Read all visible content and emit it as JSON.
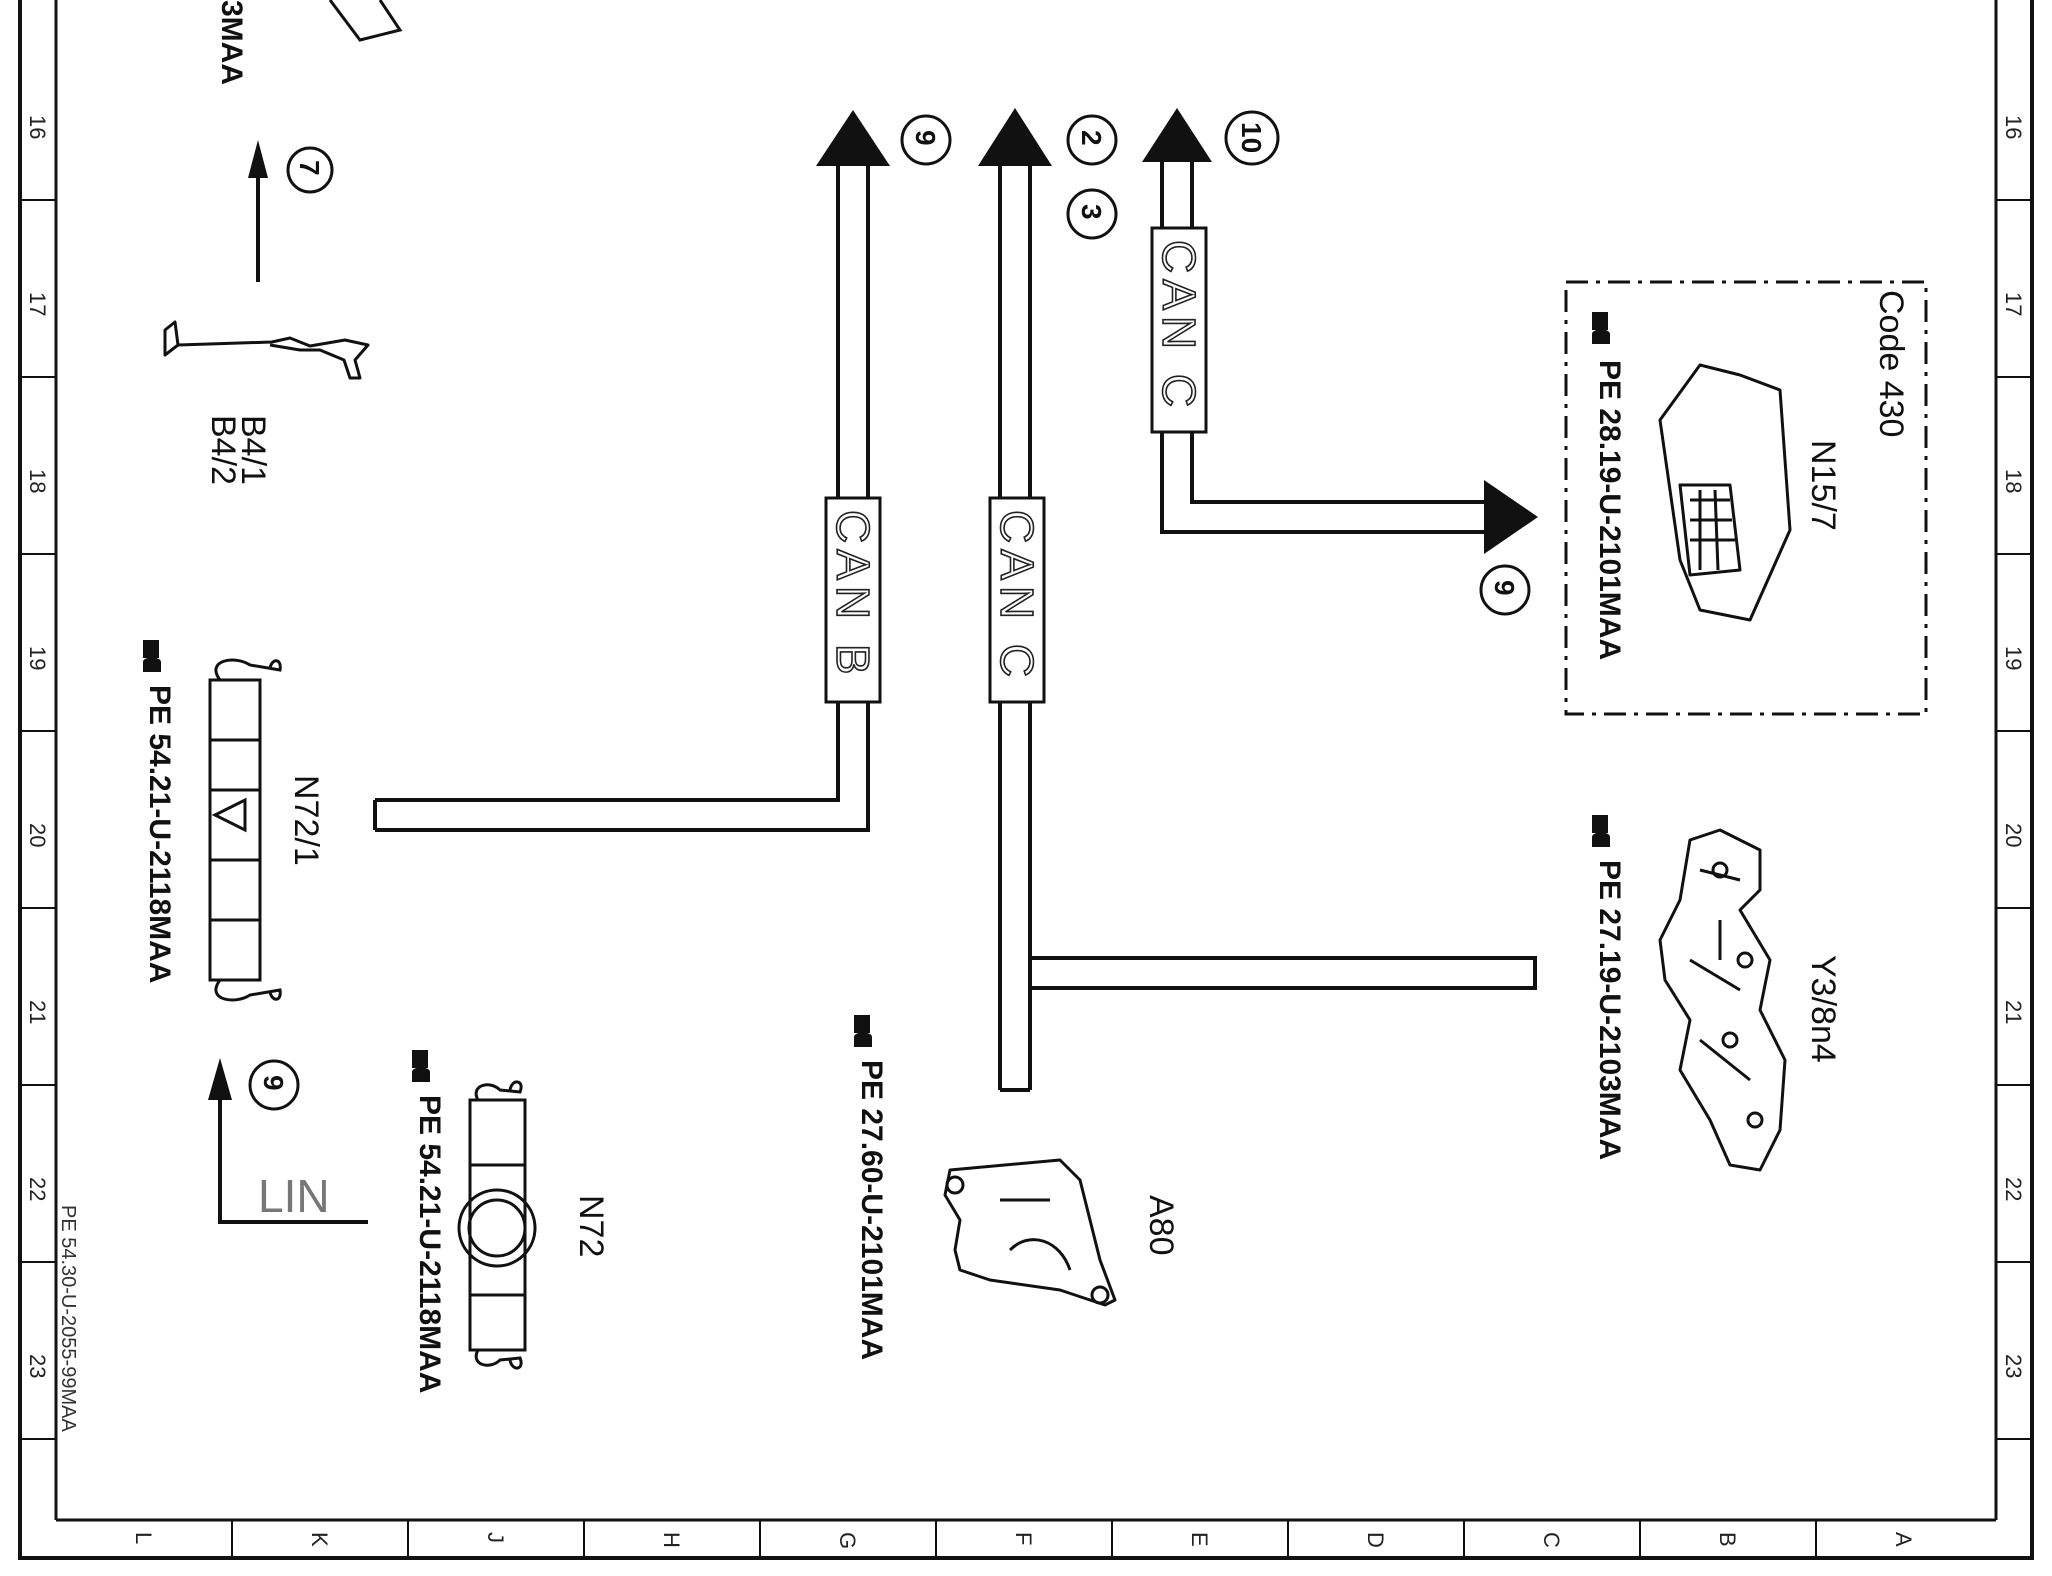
{
  "frame": {
    "side_numbers": [
      "16",
      "17",
      "18",
      "19",
      "20",
      "21",
      "22",
      "23"
    ],
    "bottom_letters": [
      "L",
      "K",
      "J",
      "H",
      "G",
      "F",
      "E",
      "D",
      "C",
      "B",
      "A"
    ],
    "doc_code": "PE 54.30-U-2055-99MAA",
    "partial_top_text": "3MAA"
  },
  "components": {
    "B4": {
      "label_1": "B4/1",
      "label_2": "B4/2"
    },
    "N72_1": {
      "label": "N72/1",
      "ref": "PE 54.21-U-2118MAA"
    },
    "N72": {
      "label": "N72",
      "ref": "PE 54.21-U-2118MAA"
    },
    "A80": {
      "label": "A80",
      "ref": "PE 27.60-U-2101MAA"
    },
    "N15_7": {
      "label": "N15/7",
      "ref": "PE 28.19-U-2101MAA",
      "option": "Code 430"
    },
    "Y3_8n4": {
      "label": "Y3/8n4",
      "ref": "PE 27.19-U-2103MAA"
    }
  },
  "buses": {
    "can_b": "CAN B",
    "can_c_main": "CAN C",
    "can_c_branch": "CAN C",
    "lin": "LIN"
  },
  "refs": {
    "r7": "7",
    "r9_canb": "9",
    "r2": "2",
    "r3": "3",
    "r10": "10",
    "r9_n15": "9",
    "r9_lin": "9"
  }
}
